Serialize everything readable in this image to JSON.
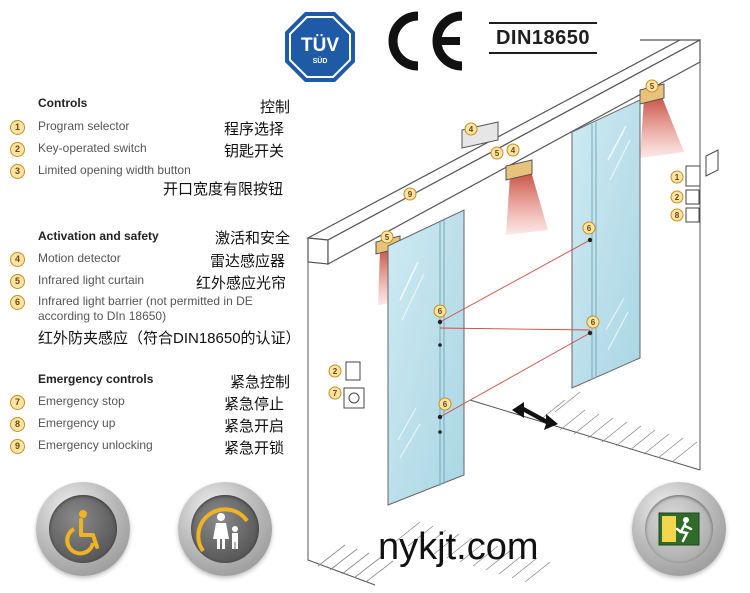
{
  "logos": {
    "tuv_text_top": "TÜV",
    "tuv_text_bottom": "SÜD",
    "ce_mark": "CE",
    "din": "DIN18650"
  },
  "legend": {
    "controls": {
      "title_en": "Controls",
      "title_zh": "控制",
      "items": [
        {
          "num": "1",
          "en": "Program selector",
          "zh": "程序选择"
        },
        {
          "num": "2",
          "en": "Key-operated switch",
          "zh": "钥匙开关"
        },
        {
          "num": "3",
          "en": "Limited opening width button",
          "zh": "开口宽度有限按钮"
        }
      ]
    },
    "activation": {
      "title_en": "Activation and safety",
      "title_zh": "激活和安全",
      "items": [
        {
          "num": "4",
          "en": "Motion detector",
          "zh": "雷达感应器"
        },
        {
          "num": "5",
          "en": "Infrared light curtain",
          "zh": "红外感应光帘"
        },
        {
          "num": "6",
          "en_line1": "Infrared light barrier (not permitted in DE",
          "en_line2": "according to DIn 18650)",
          "zh": "红外防夹感应（符合DIN18650的认证）"
        }
      ]
    },
    "emergency": {
      "title_en": "Emergency controls",
      "title_zh": "紧急控制",
      "items": [
        {
          "num": "7",
          "en": "Emergency stop",
          "zh": "紧急停止"
        },
        {
          "num": "8",
          "en": "Emergency up",
          "zh": "紧急开启"
        },
        {
          "num": "9",
          "en": "Emergency unlocking",
          "zh": "紧急开锁"
        }
      ]
    }
  },
  "diagram": {
    "callouts_wall_right": [
      "1",
      "2",
      "8"
    ],
    "callouts_wall_left": [
      "2",
      "7"
    ],
    "sensor_labels": [
      "4",
      "5",
      "4",
      "5",
      "5",
      "6",
      "6",
      "6",
      "6",
      "9"
    ]
  },
  "badges": {
    "wheelchair_icon": "wheelchair-icon",
    "family_icon": "parent-child-icon",
    "exit_icon": "emergency-exit-icon"
  },
  "watermark": "nykjt.com",
  "colors": {
    "glass": "#bfe3ee",
    "badge_yellow": "#f0b323",
    "sensor_beam": "#c0392b",
    "callout_fill": "#fbe3a8"
  }
}
